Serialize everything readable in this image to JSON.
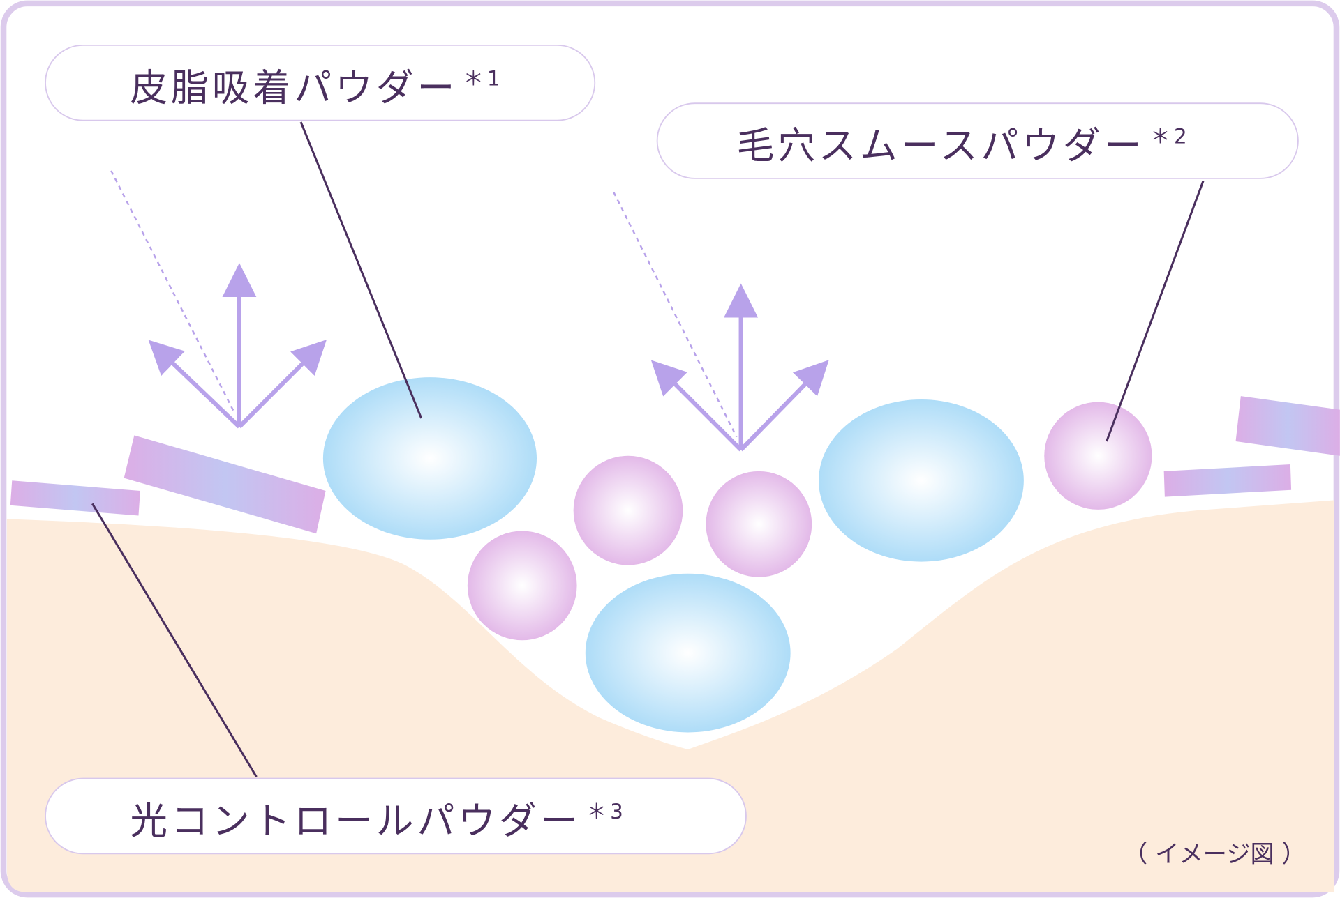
{
  "labels": {
    "sebum": {
      "text": "皮脂吸着パウダー",
      "note": "＊1"
    },
    "pore": {
      "text": "毛穴スムースパウダー",
      "note": "＊2"
    },
    "light": {
      "text": "光コントロールパウダー",
      "note": "＊3"
    }
  },
  "caption": "（ イメージ図 ）",
  "colors": {
    "frame": "#dccbec",
    "skin": "#fdecdc",
    "blue": "#a6d9f7",
    "purple": "#e0b2e6",
    "arrow": "#b8a2ea",
    "line": "#4a2f5e"
  }
}
